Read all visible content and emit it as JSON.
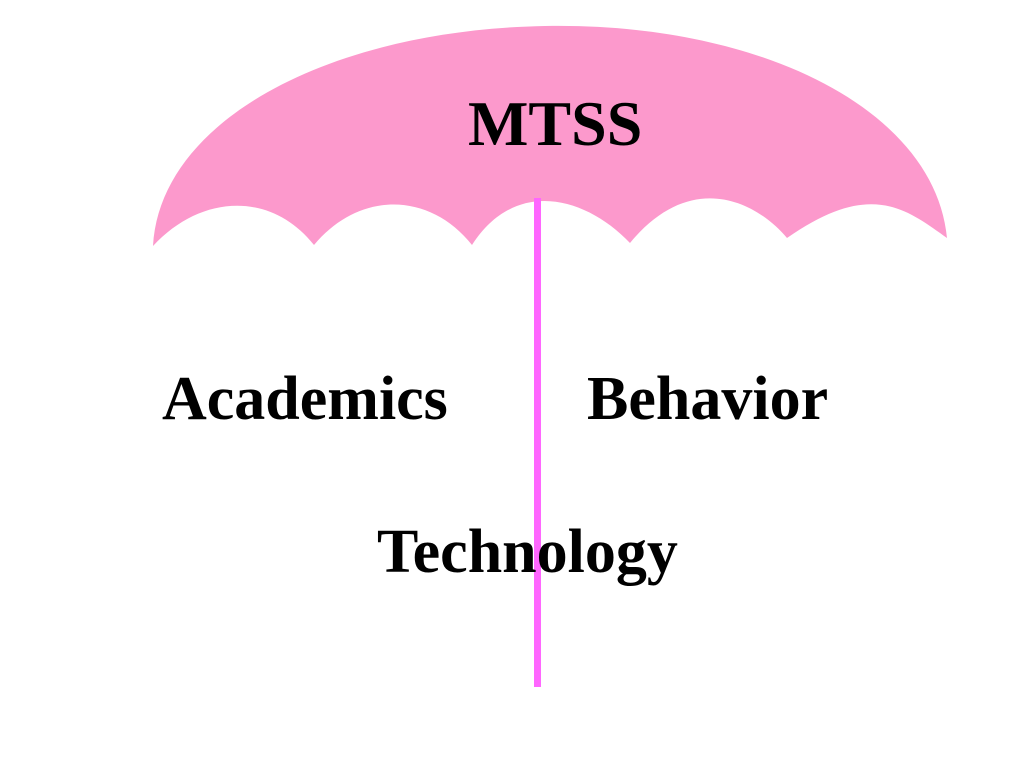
{
  "title": "MTSS",
  "items": {
    "academics": "Academics",
    "behavior": "Behavior",
    "technology": "Technology"
  },
  "colors": {
    "canopy": "#fc99cc",
    "shaft": "#ff66ff",
    "text": "#000000",
    "background": "#ffffff"
  }
}
